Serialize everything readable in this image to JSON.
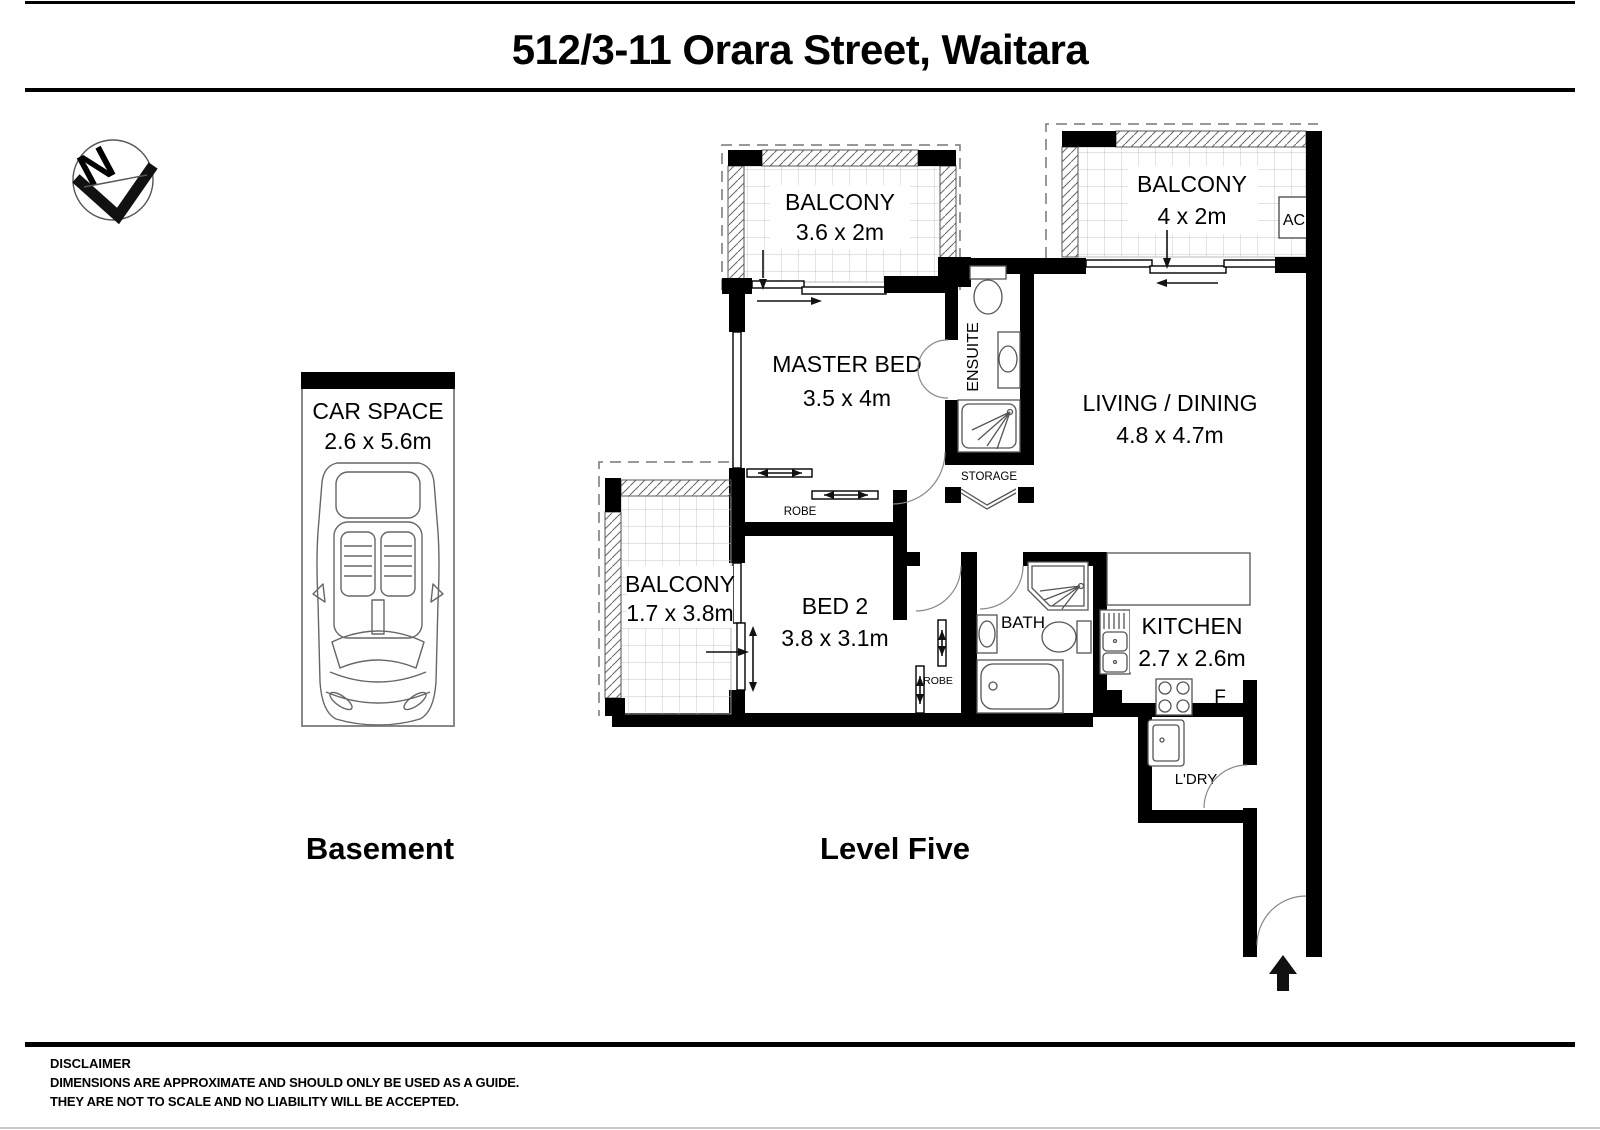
{
  "title": "512/3-11 Orara Street, Waitara",
  "compass": {
    "north": "N"
  },
  "carspace": {
    "label": "CAR SPACE",
    "dims": "2.6 x 5.6m"
  },
  "sections": {
    "basement": "Basement",
    "level": "Level Five"
  },
  "rooms": {
    "balcony_top": {
      "label": "BALCONY",
      "dims": "3.6 x 2m"
    },
    "balcony_right": {
      "label": "BALCONY",
      "dims": "4 x 2m"
    },
    "balcony_left": {
      "label": "BALCONY",
      "dims": "1.7 x 3.8m"
    },
    "master": {
      "label": "MASTER BED",
      "dims": "3.5 x 4m"
    },
    "living": {
      "label": "LIVING / DINING",
      "dims": "4.8 x 4.7m"
    },
    "bed2": {
      "label": "BED 2",
      "dims": "3.8 x 3.1m"
    },
    "kitchen": {
      "label": "KITCHEN",
      "dims": "2.7 x 2.6m"
    },
    "ensuite": "ENSUITE",
    "bath": "BATH",
    "storage": "STORAGE",
    "laundry": "L'DRY",
    "robe_master": "ROBE",
    "robe_bed2": "ROBE",
    "ac": "AC",
    "fridge": "F"
  },
  "disclaimer": {
    "heading": "DISCLAIMER",
    "line1": "DIMENSIONS ARE APPROXIMATE AND SHOULD ONLY BE USED AS A  GUIDE.",
    "line2": "THEY ARE NOT TO SCALE AND NO LIABILITY WILL BE ACCEPTED."
  },
  "colors": {
    "wall": "#000000",
    "grid": "#c4c4c4",
    "hatch": "#666666",
    "page_rule": "#000000"
  }
}
